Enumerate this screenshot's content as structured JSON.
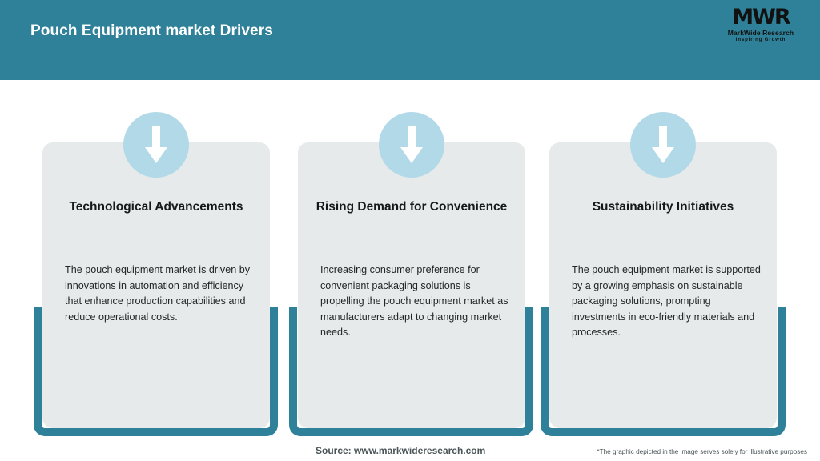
{
  "header": {
    "title": "Pouch Equipment market Drivers",
    "background_color": "#2e8198",
    "title_color": "#ffffff",
    "logo": {
      "mark": "MWR",
      "name": "MarkWide Research",
      "tagline": "Inspiring Growth"
    }
  },
  "theme": {
    "teal": "#2e8198",
    "card_background": "#e6eaeb",
    "badge_blue": "#b2d9e8",
    "arrow_color": "#ffffff",
    "body_text": "#232627"
  },
  "cards": [
    {
      "title": "Technological Advancements",
      "body": "The pouch equipment market is driven by innovations in automation and efficiency that enhance production capabilities and reduce operational costs.",
      "icon": "arrow-down-icon"
    },
    {
      "title": "Rising Demand for Convenience",
      "body": "Increasing consumer preference for convenient packaging solutions is propelling the pouch equipment market as manufacturers adapt to changing market needs.",
      "icon": "arrow-down-icon"
    },
    {
      "title": "Sustainability Initiatives",
      "body": "The pouch equipment market is supported by a growing emphasis on sustainable packaging solutions, prompting investments in eco-friendly materials and processes.",
      "icon": "arrow-down-icon"
    }
  ],
  "footer": {
    "source": "Source: www.markwideresearch.com",
    "disclaimer": "*The graphic depicted in the image serves solely for illustrative purposes"
  }
}
